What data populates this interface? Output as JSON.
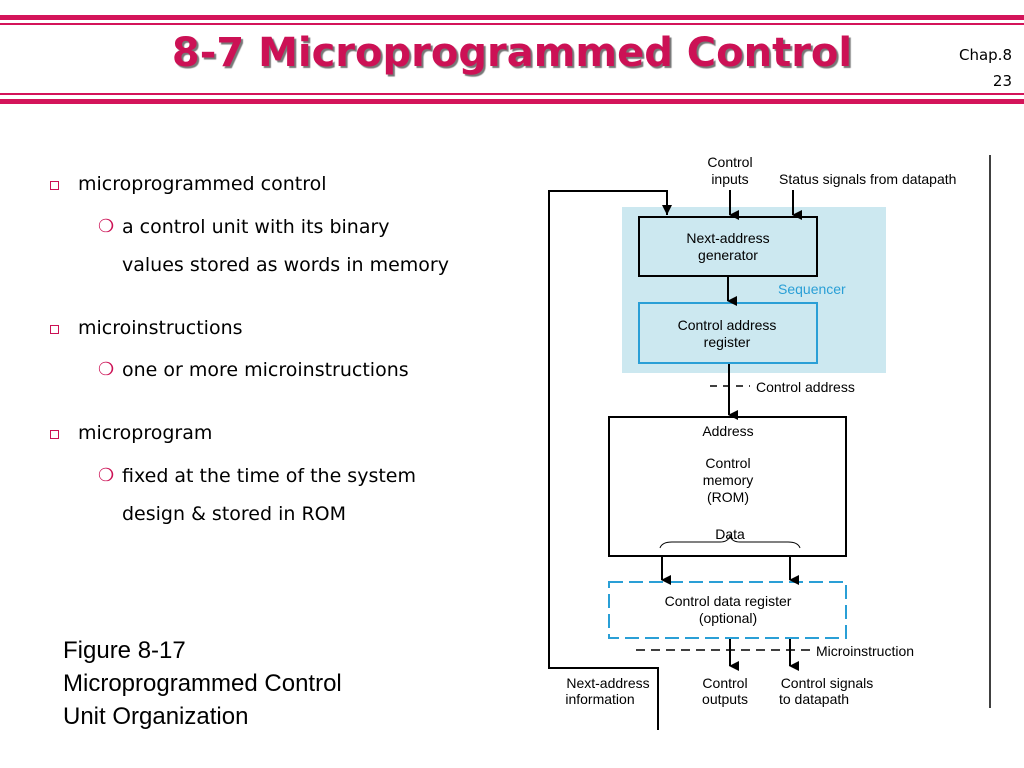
{
  "header": {
    "title": "8-7 Microprogrammed Control",
    "chap_label": "Chap.8",
    "page_number": "23"
  },
  "bullets": [
    {
      "text": "microprogrammed control",
      "sub": [
        "a control unit with its binary",
        "values stored as words in memory"
      ]
    },
    {
      "text": "microinstructions",
      "sub": [
        "one or more microinstructions"
      ]
    },
    {
      "text": "microprogram",
      "sub": [
        "fixed at the time of the system",
        "design & stored in ROM"
      ]
    }
  ],
  "caption": {
    "line1": "Figure 8-17",
    "line2": "Microprogrammed Control",
    "line3": "Unit Organization"
  },
  "diagram": {
    "control_inputs_1": "Control",
    "control_inputs_2": "inputs",
    "status_signals": "Status signals from datapath",
    "next_address_1": "Next-address",
    "next_address_2": "generator",
    "sequencer": "Sequencer",
    "car_1": "Control address",
    "car_2": "register",
    "control_address": "Control address",
    "address": "Address",
    "cm_1": "Control",
    "cm_2": "memory",
    "cm_3": "(ROM)",
    "data": "Data",
    "cdr_1": "Control data register",
    "cdr_2": "(optional)",
    "microinstruction": "Microinstruction",
    "next_info_1": "Next-address",
    "next_info_2": "information",
    "ctrl_out_1": "Control",
    "ctrl_out_2": "outputs",
    "ctrl_sig_1": "Control signals",
    "ctrl_sig_2": "to datapath",
    "colors": {
      "sequencer_bg": "#cce8f0",
      "sequencer_text": "#2a9fd6",
      "car_border": "#2a9fd6",
      "cdr_dash": "#2a9fd6"
    }
  }
}
